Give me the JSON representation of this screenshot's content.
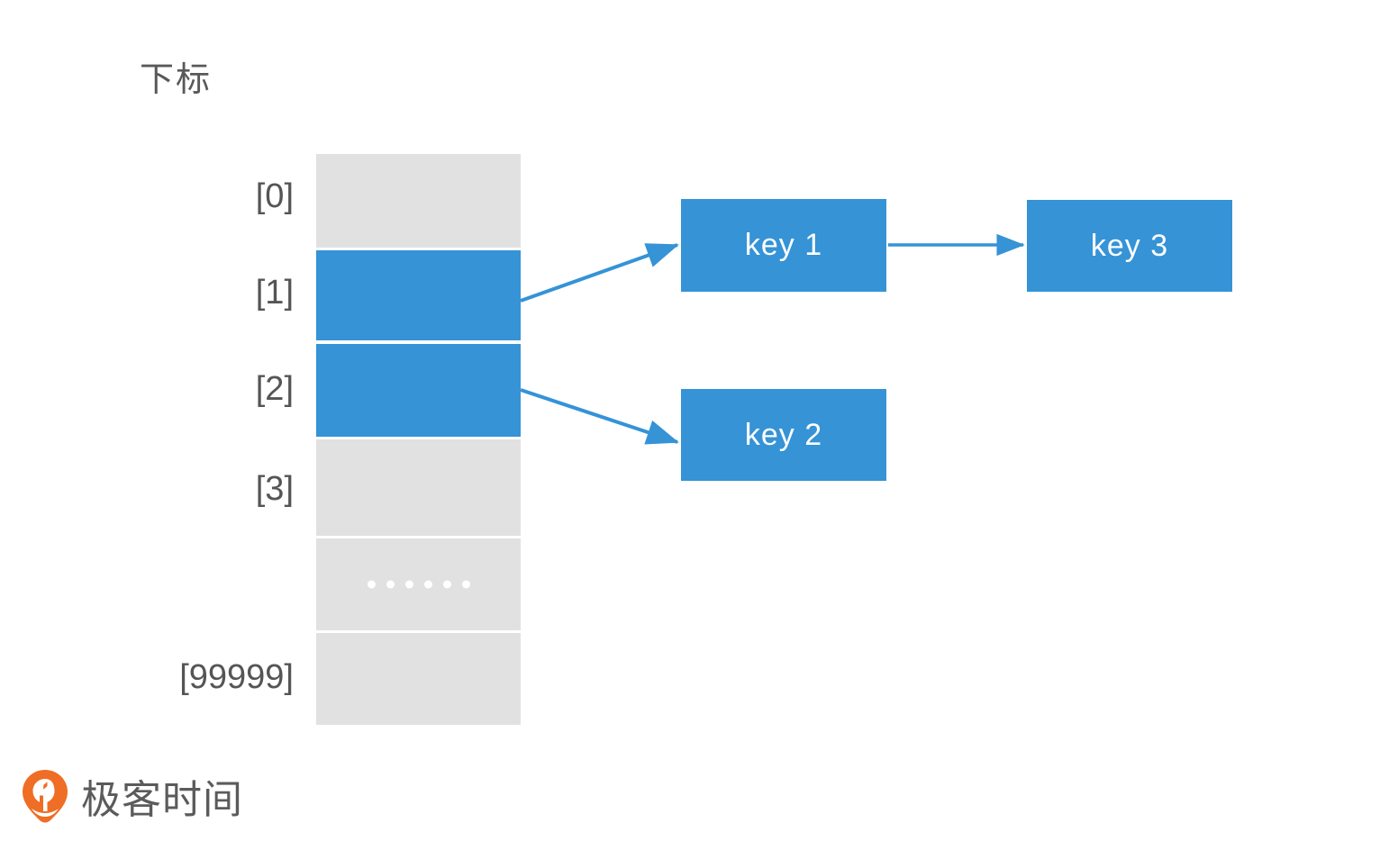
{
  "diagram": {
    "header_label": "下标",
    "colors": {
      "accent_blue": "#3593d6",
      "cell_gray": "#e1e1e1",
      "text_gray": "#555555",
      "logo_orange": "#ef6d24",
      "box_text": "#ffffff"
    },
    "array": {
      "name": "hash-bucket-array",
      "cells": [
        {
          "index_label": "[0]",
          "state": "empty",
          "text": ""
        },
        {
          "index_label": "[1]",
          "state": "filled",
          "text": ""
        },
        {
          "index_label": "[2]",
          "state": "filled",
          "text": ""
        },
        {
          "index_label": "[3]",
          "state": "empty",
          "text": ""
        },
        {
          "index_label": "",
          "state": "ellipsis",
          "text": "······"
        },
        {
          "index_label": "[99999]",
          "state": "empty",
          "text": ""
        }
      ]
    },
    "nodes": [
      {
        "id": "key1",
        "label": "key 1"
      },
      {
        "id": "key3",
        "label": "key 3"
      },
      {
        "id": "key2",
        "label": "key 2"
      }
    ],
    "links": [
      {
        "from": "cell-1",
        "to": "key1"
      },
      {
        "from": "key1",
        "to": "key3"
      },
      {
        "from": "cell-2",
        "to": "key2"
      }
    ]
  },
  "footer": {
    "logo_text": "极客时间",
    "logo_icon": "geektime-pin-icon"
  }
}
